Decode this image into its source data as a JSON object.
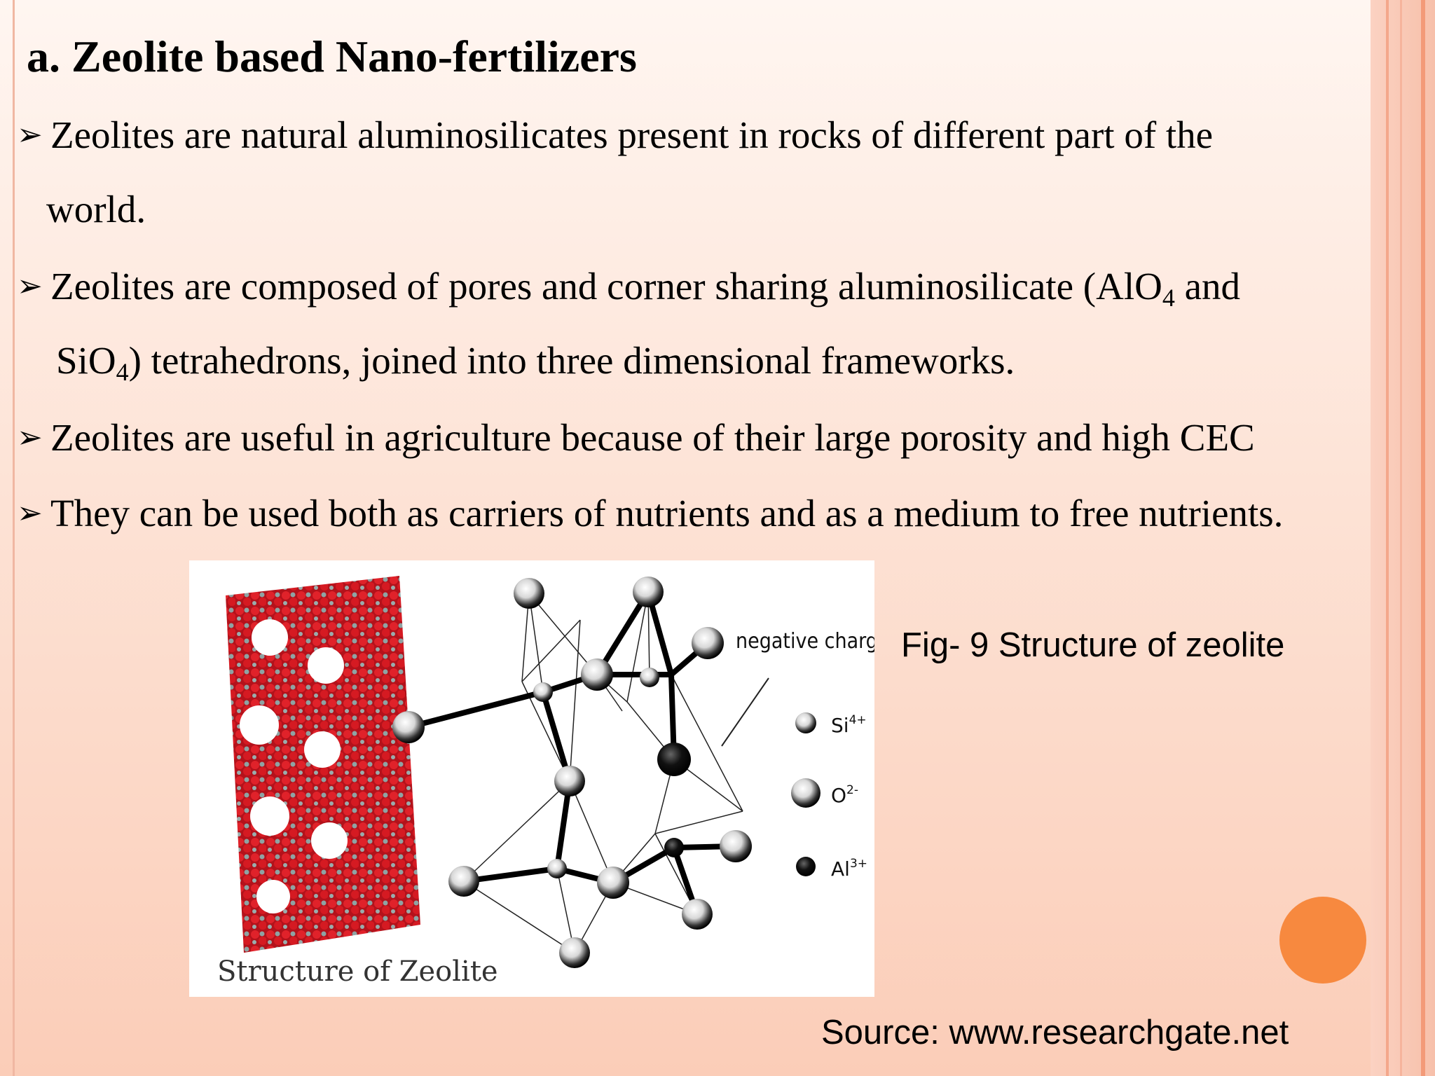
{
  "slide": {
    "title": "a.  Zeolite based Nano-fertilizers",
    "bullets": [
      {
        "line1": "Zeolites are natural aluminosilicates present in rocks of different part of the",
        "line2": "world."
      },
      {
        "line1_a": "Zeolites are composed of pores and corner sharing aluminosilicate (AlO",
        "line1_sub": "4",
        "line1_b": " and",
        "line2_a": "SiO",
        "line2_sub": "4",
        "line2_b": ") tetrahedrons, joined into three dimensional frameworks."
      },
      {
        "text": "Zeolites are useful in agriculture because of their large porosity and high CEC"
      },
      {
        "text": "They can be used both as carriers of nutrients and as a medium to free nutrients."
      }
    ],
    "bullet_glyph": "➢",
    "figure": {
      "image_label": "Structure of Zeolite",
      "annotation": "negative charge",
      "legend": [
        {
          "symbol": "Si",
          "charge": "4+"
        },
        {
          "symbol": "O",
          "charge": "2-"
        },
        {
          "symbol": "Al",
          "charge": "3+"
        }
      ]
    },
    "caption": "Fig- 9 Structure of zeolite",
    "source": "Source: www.researchgate.net"
  },
  "colors": {
    "accent": "#f7893f",
    "crystal_red": "#c8141e",
    "band": "#f39a78"
  }
}
